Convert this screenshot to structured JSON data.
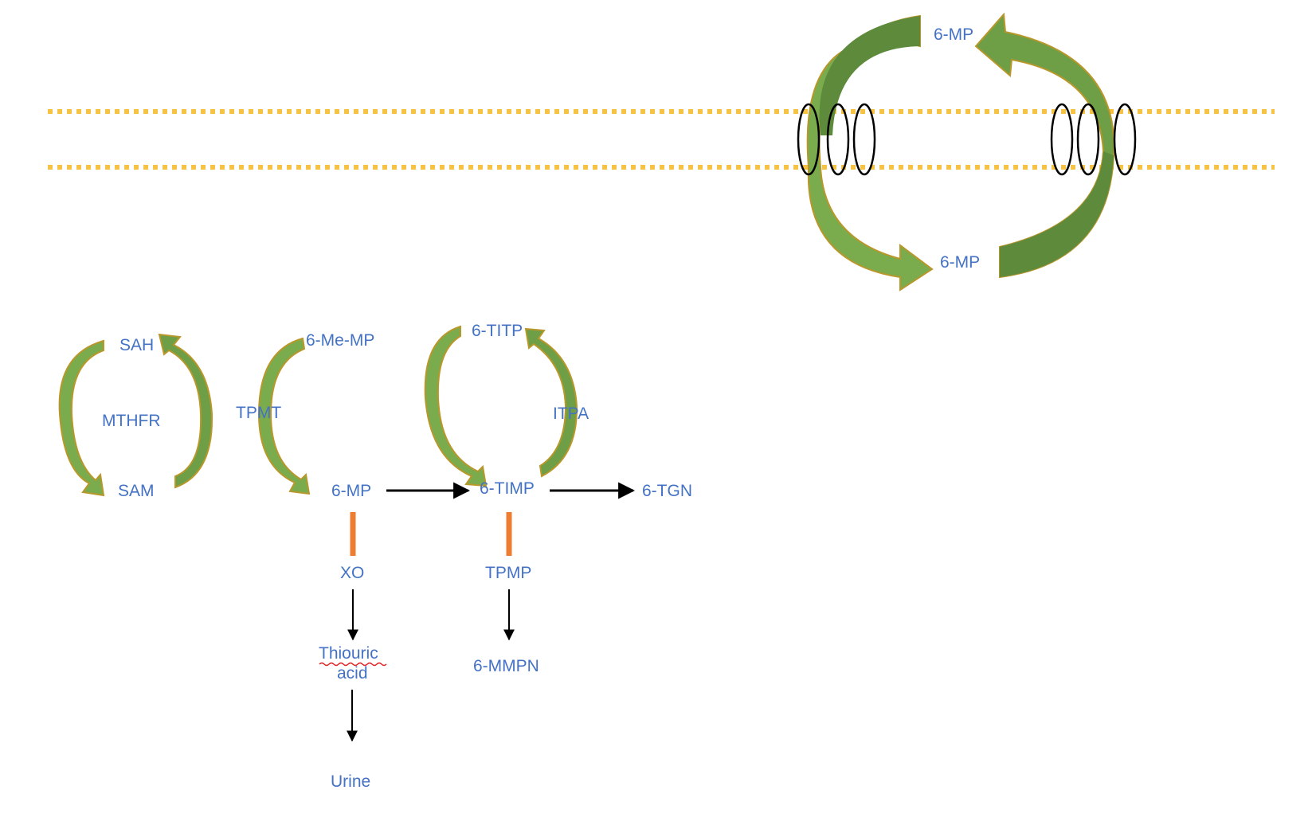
{
  "colors": {
    "text": "#4472C4",
    "membrane": "#F5C243",
    "arrow_fill_light": "#7AAC4E",
    "arrow_fill_dark": "#5E8A3C",
    "arrow_outline": "#B8972B",
    "inhibition_bar": "#ED7D31",
    "reaction_arrow": "#000000",
    "channel": "#000000",
    "spellcheck": "#E02020"
  },
  "transport": {
    "outside": "6-MP",
    "inside": "6-MP"
  },
  "methylation_cycle": {
    "top": "SAH",
    "enzyme": "MTHFR",
    "bottom": "SAM"
  },
  "pathway": {
    "tpmt_enzyme": "TPMT",
    "methyl_product": "6-Me-MP",
    "substrate": "6-MP",
    "timp": "6-TIMP",
    "titp": "6-TITP",
    "itpa_enzyme": "ITPA",
    "tgn": "6-TGN",
    "xo": "XO",
    "thiouric_line1": "Thiouric",
    "thiouric_line2": "acid",
    "urine": "Urine",
    "tpmp": "TPMP",
    "mmpn": "6-MMPN"
  }
}
